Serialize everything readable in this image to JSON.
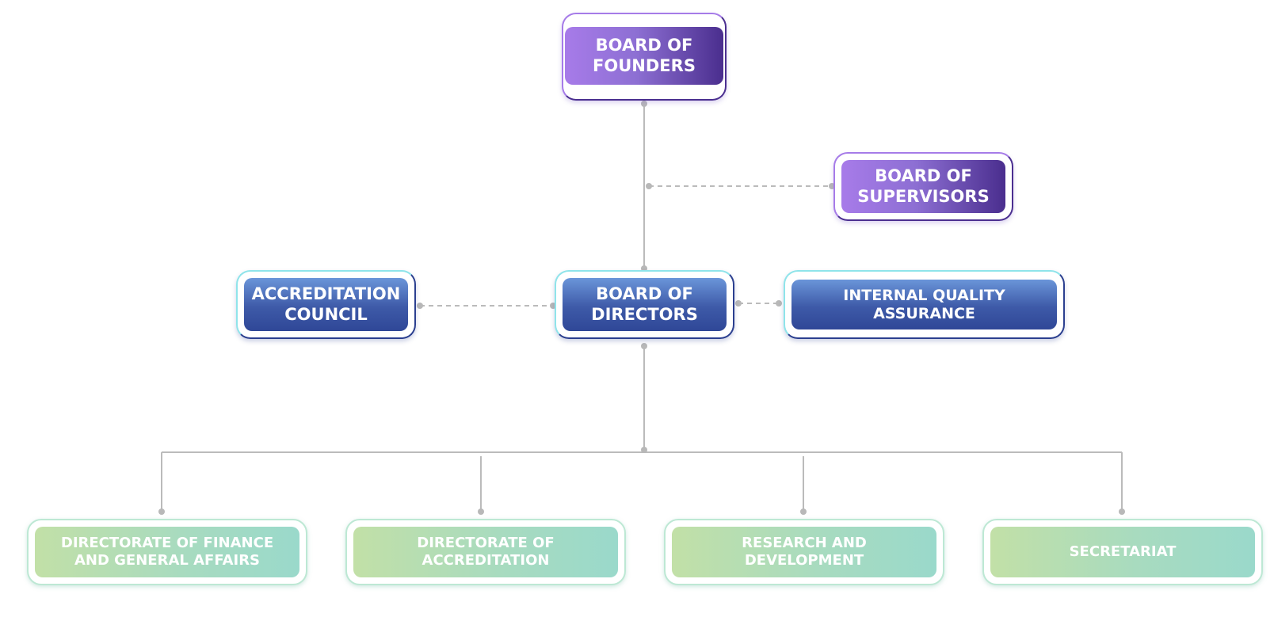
{
  "nodes": {
    "board_of_founders": "BOARD OF\nFOUNDERS",
    "board_of_supervisors": "BOARD OF\nSUPERVISORS",
    "accreditation_council": "ACCREDITATION\nCOUNCIL",
    "board_of_directors": "BOARD OF\nDIRECTORS",
    "internal_quality_assurance": "INTERNAL QUALITY\nASSURANCE",
    "directorate_finance": "DIRECTORATE OF FINANCE\nAND GENERAL AFFAIRS",
    "directorate_accreditation": "DIRECTORATE OF\nACCREDITATION",
    "research_development": "RESEARCH AND\nDEVELOPMENT",
    "secretariat": "SECRETARIAT"
  },
  "colors": {
    "connector": "#bbbbbb",
    "purple_light": "#a77be9",
    "purple_dark": "#4a2e8e",
    "blue_light": "#6a95d9",
    "blue_dark": "#2f4797",
    "green_light": "#c2e0a7",
    "green_teal": "#9ad9cb"
  }
}
